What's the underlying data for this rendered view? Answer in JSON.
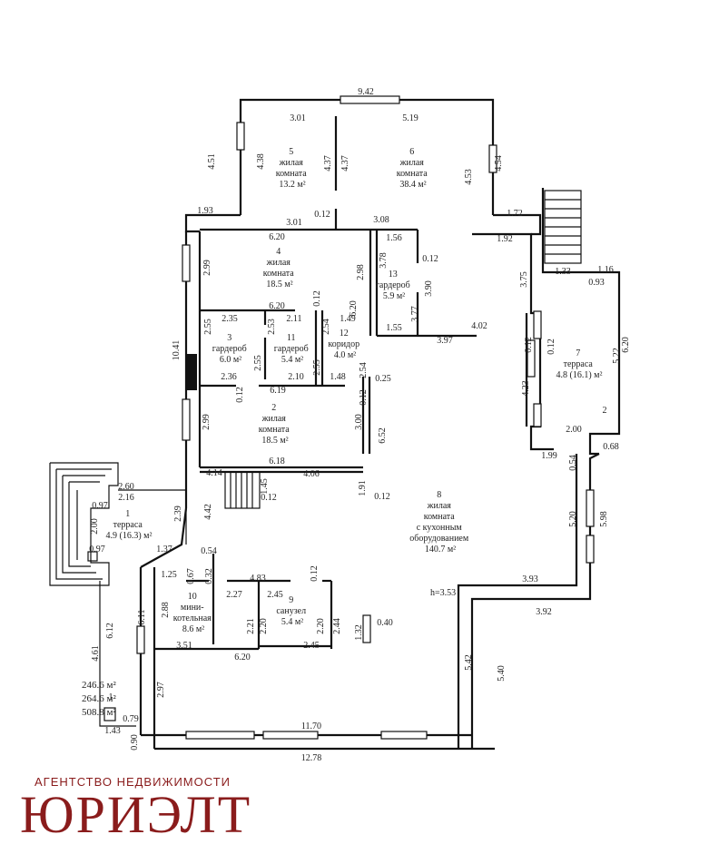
{
  "plan": {
    "rooms": [
      {
        "id": "r5",
        "lines": [
          "5",
          "жилая",
          "комната",
          "13.2 м²"
        ]
      },
      {
        "id": "r6",
        "lines": [
          "6",
          "жилая",
          "комната",
          "38.4 м²"
        ]
      },
      {
        "id": "r4",
        "lines": [
          "4",
          "жилая",
          "комната",
          "18.5 м²"
        ]
      },
      {
        "id": "r13",
        "lines": [
          "13",
          "гардероб",
          "5.9 м²"
        ]
      },
      {
        "id": "r3",
        "lines": [
          "3",
          "гардероб",
          "6.0 м²"
        ]
      },
      {
        "id": "r11",
        "lines": [
          "11",
          "гардероб",
          "5.4 м²"
        ]
      },
      {
        "id": "r12",
        "lines": [
          "12",
          "коридор",
          "4.0 м²"
        ]
      },
      {
        "id": "r2",
        "lines": [
          "2",
          "жилая",
          "комната",
          "18.5 м²"
        ]
      },
      {
        "id": "r7",
        "lines": [
          "7",
          "терраса",
          "4.8 (16.1) м²"
        ]
      },
      {
        "id": "r8",
        "lines": [
          "8",
          "жилая",
          "комната",
          "с кухонным",
          "оборудованием",
          "140.7 м²"
        ]
      },
      {
        "id": "r1",
        "lines": [
          "1",
          "терраса",
          "4.9 (16.3) м²"
        ]
      },
      {
        "id": "r10",
        "lines": [
          "10",
          "мини-",
          "котельная",
          "8.6 м²"
        ]
      },
      {
        "id": "r9",
        "lines": [
          "9",
          "санузел",
          "5.4 м²"
        ]
      }
    ],
    "dimensions": [
      "9.42",
      "3.01",
      "5.19",
      "4.51",
      "4.38",
      "4.37",
      "4.37",
      "4.53",
      "4.54",
      "1.93",
      "3.01",
      "0.12",
      "3.08",
      "1.72",
      "6.20",
      "1.56",
      "1.92",
      "2.99",
      "3.78",
      "0.12",
      "1.33",
      "1.16",
      "2.98",
      "3.90",
      "3.75",
      "0.93",
      "6.20",
      "0.12",
      "5.22",
      "6.20",
      "0.12",
      "1.49",
      "2.35",
      "2.11",
      "2.53",
      "2.54",
      "1.55",
      "4.02",
      "3.77",
      "10.41",
      "2.55",
      "2.55",
      "3.97",
      "0.12",
      "6.20",
      "2.36",
      "2.10",
      "2.55",
      "1.48",
      "2.54",
      "0.25",
      "4.23",
      "6.19",
      "0.12",
      "0.12",
      "2.99",
      "3.00",
      "6.52",
      "2.00",
      "1.99",
      "0.54",
      "0.68",
      "2",
      "4.14",
      "6.18",
      "4.06",
      "1.45",
      "1.91",
      "0.12",
      "0.12",
      "2.60",
      "2.16",
      "0.97",
      "2.00",
      "0.97",
      "2.39",
      "4.42",
      "1.37",
      "0.54",
      "5.20",
      "5.98",
      "1.25",
      "0.67",
      "0.32",
      "4.83",
      "0.12",
      "2.88",
      "2.27",
      "2.45",
      "6.11",
      "2.21",
      "2.20",
      "2.20",
      "2.44",
      "3.93",
      "3.92",
      "3.51",
      "2.45",
      "0.40",
      "1.32",
      "6.12",
      "6.20",
      "4.61",
      "5.42",
      "5.40",
      "2.97",
      "1",
      "0.79",
      "1.43",
      "11.70",
      "0.90",
      "12.78"
    ],
    "height_note": "h=3.53",
    "totals": [
      "246.6 м²",
      "264.6 м²",
      "508.8 м²"
    ]
  },
  "agency": {
    "subtitle": "АГЕНТСТВО НЕДВИЖИМОСТИ",
    "logo_text": "ЮРИЭЛТ",
    "color": "#8a1c1c"
  }
}
